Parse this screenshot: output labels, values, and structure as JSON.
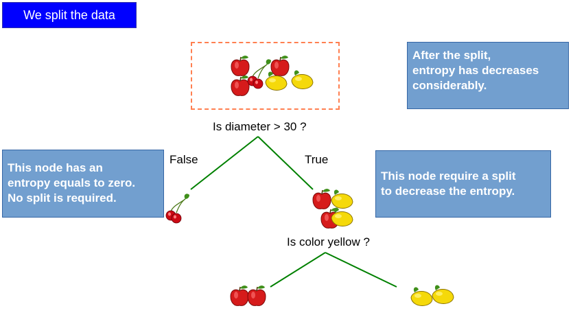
{
  "title": "We split the data",
  "notes": {
    "after_split": [
      "After the split,",
      "entropy has decreases",
      "considerably."
    ],
    "left_node": [
      "This node has an",
      "entropy equals to zero.",
      "No split is required."
    ],
    "right_node": [
      "This node require a split",
      "to decrease the entropy."
    ]
  },
  "questions": {
    "root": "Is diameter > 30 ?",
    "second": "Is color yellow ?"
  },
  "branches": {
    "false_label": "False",
    "true_label": "True"
  },
  "colors": {
    "title_bg": "#0000ff",
    "note_bg": "#729fcf",
    "edge": "#008000",
    "dashed_border": "#ff7f50",
    "apple": "#d61b1b",
    "cherry": "#cc0a14",
    "lemon": "#f5d90a",
    "leaf": "#3f8f1a"
  },
  "groups": {
    "root": [
      "apple",
      "apple",
      "apple",
      "cherry",
      "lemon",
      "lemon"
    ],
    "false_leaf": [
      "cherry"
    ],
    "true_node": [
      "apple",
      "apple",
      "lemon",
      "lemon"
    ],
    "no_leaf": [
      "apple",
      "apple"
    ],
    "yes_leaf": [
      "lemon",
      "lemon"
    ]
  }
}
